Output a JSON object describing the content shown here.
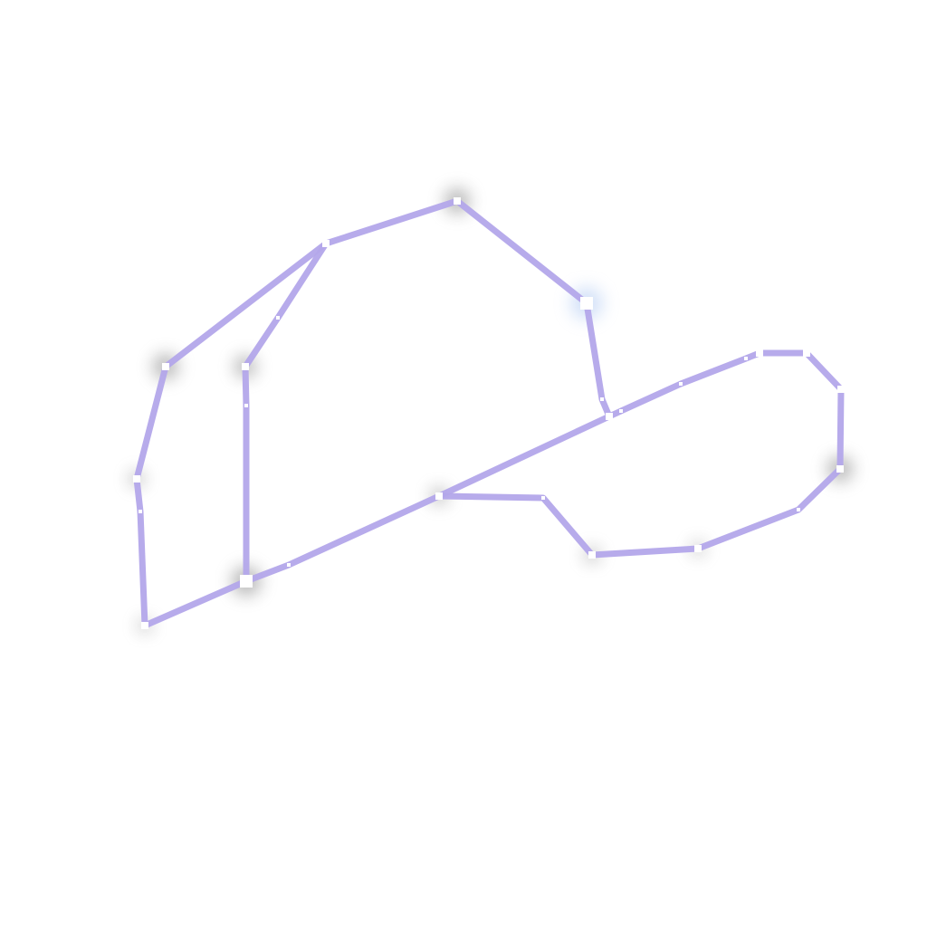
{
  "theme": {
    "background": "#ffffff",
    "stroke_color": "#b3a6ea",
    "node_fill": "#ffffff",
    "glow_color": "#7a7a7a",
    "glow_blue": "#aec8f2"
  },
  "shape": {
    "name": "cap-outline",
    "closed_loops": 2,
    "major_vertices": 22,
    "minor_markers": 14
  }
}
